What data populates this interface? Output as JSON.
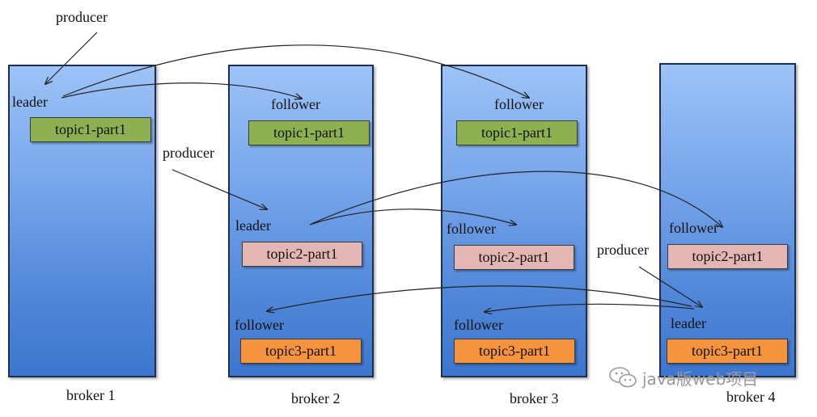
{
  "brokers": [
    {
      "name": "broker 1",
      "role_labels": [
        "leader"
      ],
      "partitions": [
        "topic1-part1"
      ]
    },
    {
      "name": "broker 2",
      "role_labels": [
        "follower",
        "leader",
        "follower"
      ],
      "partitions": [
        "topic1-part1",
        "topic2-part1",
        "topic3-part1"
      ]
    },
    {
      "name": "broker 3",
      "role_labels": [
        "follower",
        "follower",
        "follower"
      ],
      "partitions": [
        "topic1-part1",
        "topic2-part1",
        "topic3-part1"
      ]
    },
    {
      "name": "broker 4",
      "role_labels": [
        "follower",
        "leader"
      ],
      "partitions": [
        "topic2-part1",
        "topic3-part1"
      ]
    }
  ],
  "producers": [
    "producer",
    "producer",
    "producer"
  ],
  "watermark": "java版web项目",
  "colors": {
    "broker_fill": "#7aa8ec",
    "topic1": "#8db151",
    "topic2": "#e3b5b3",
    "topic3": "#f5933f"
  }
}
